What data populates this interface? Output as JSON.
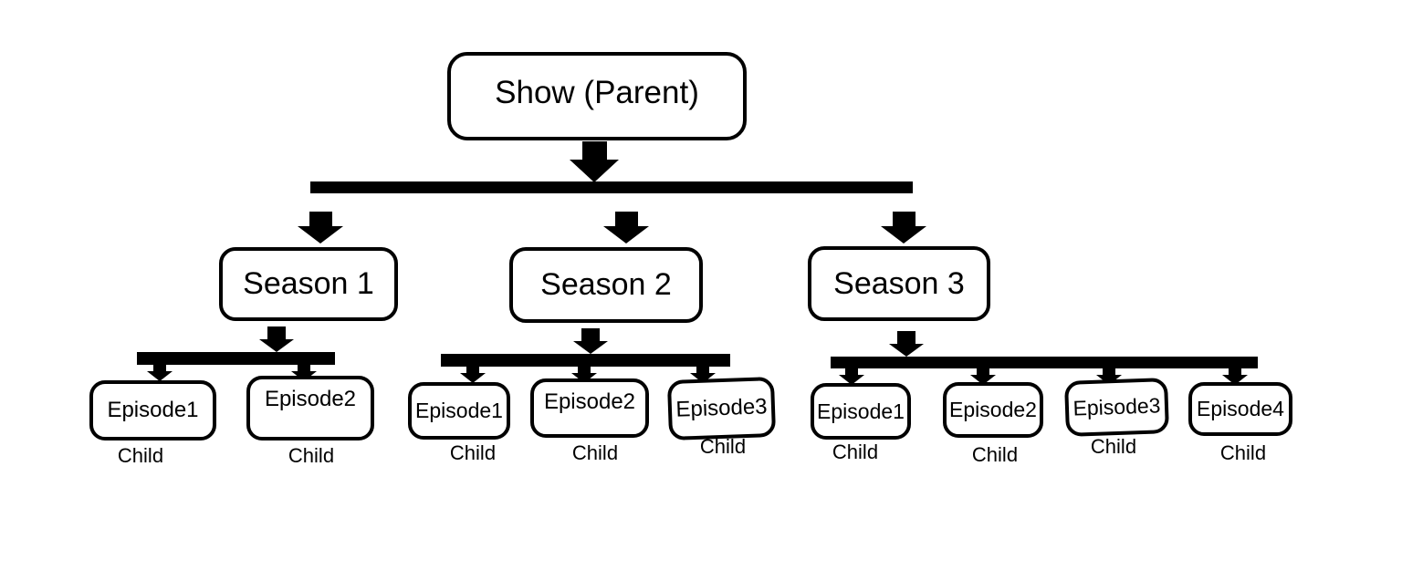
{
  "diagram": {
    "root": {
      "label": "Show (Parent)"
    },
    "seasons": [
      {
        "label": "Season 1",
        "episodes": [
          {
            "label": "Episode1",
            "role": "Child"
          },
          {
            "label": "Episode2",
            "role": "Child"
          }
        ]
      },
      {
        "label": "Season 2",
        "episodes": [
          {
            "label": "Episode1",
            "role": "Child"
          },
          {
            "label": "Episode2",
            "role": "Child"
          },
          {
            "label": "Episode3",
            "role": "Child"
          }
        ]
      },
      {
        "label": "Season 3",
        "episodes": [
          {
            "label": "Episode1",
            "role": "Child"
          },
          {
            "label": "Episode2",
            "role": "Child"
          },
          {
            "label": "Episode3",
            "role": "Child"
          },
          {
            "label": "Episode4",
            "role": "Child"
          }
        ]
      }
    ],
    "colors": {
      "line": "#000000",
      "box_border": "#000000",
      "box_fill": "#ffffff",
      "background": "#ffffff",
      "text": "#000000"
    }
  }
}
